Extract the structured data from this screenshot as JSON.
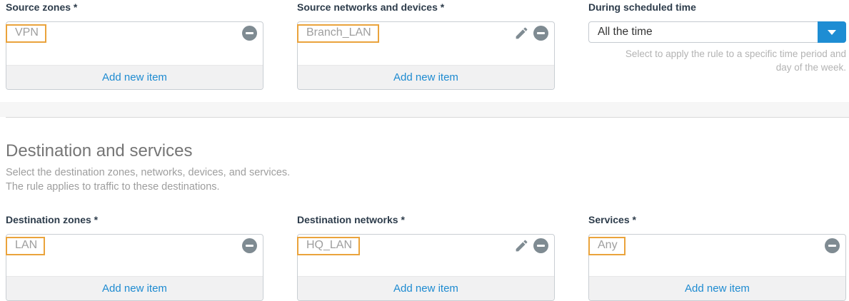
{
  "colors": {
    "accent_blue": "#1e8bd1",
    "dropdown_blue": "#1e8dd3",
    "highlight_orange": "#eaa33c",
    "icon_gray": "#7f8b92",
    "label_dark": "#2d3c4b"
  },
  "top_row": {
    "source_zones": {
      "label": "Source zones *",
      "items": [
        {
          "name": "VPN",
          "highlighted": true,
          "actions": [
            "remove"
          ]
        }
      ],
      "add_label": "Add new item"
    },
    "source_networks": {
      "label": "Source networks and devices *",
      "items": [
        {
          "name": "Branch_LAN",
          "highlighted": true,
          "actions": [
            "edit",
            "remove"
          ]
        }
      ],
      "add_label": "Add new item"
    },
    "schedule": {
      "label": "During scheduled time",
      "selected": "All the time",
      "help_line1": "Select to apply the rule to a specific time period and",
      "help_line2": "day of the week."
    }
  },
  "destination_section": {
    "title": "Destination and services",
    "subtitle_line1": "Select the destination zones, networks, devices, and services.",
    "subtitle_line2": "The rule applies to traffic to these destinations.",
    "destination_zones": {
      "label": "Destination zones *",
      "items": [
        {
          "name": "LAN",
          "highlighted": true,
          "actions": [
            "remove"
          ]
        }
      ],
      "add_label": "Add new item"
    },
    "destination_networks": {
      "label": "Destination networks *",
      "items": [
        {
          "name": "HQ_LAN",
          "highlighted": true,
          "actions": [
            "edit",
            "remove"
          ]
        }
      ],
      "add_label": "Add new item"
    },
    "services": {
      "label": "Services *",
      "items": [
        {
          "name": "Any",
          "highlighted": true,
          "actions": [
            "remove"
          ]
        }
      ],
      "add_label": "Add new item"
    }
  }
}
